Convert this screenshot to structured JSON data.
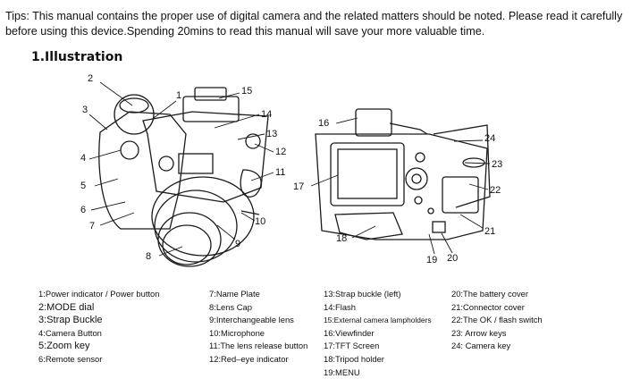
{
  "tips": "Tips: This manual contains the proper use of digital camera and the related matters should be noted. Please read it carefully before using this device.Spending 20mins to read this manual will save your more valuable time.",
  "heading": "1.Illustration",
  "callouts": [
    "1",
    "2",
    "3",
    "4",
    "5",
    "6",
    "7",
    "8",
    "9",
    "10",
    "11",
    "12",
    "13",
    "14",
    "15",
    "16",
    "17",
    "18",
    "19",
    "20",
    "21",
    "22",
    "23",
    "24"
  ],
  "legend": {
    "col1": [
      "1:Power indicator / Power button",
      "2:MODE dial",
      "3:Strap Buckle",
      "4:Camera Button",
      "5:Zoom key",
      "6:Remote sensor"
    ],
    "col2": [
      "7:Name Plate",
      "8:Lens Cap",
      "9:Interchangeable lens",
      "10:Microphone",
      "11:The lens release button",
      "12:Red–eye indicator"
    ],
    "col3": [
      "13:Strap buckle (left)",
      "14:Flash",
      "15:External camera lampholders",
      "16:Viewfinder",
      "17:TFT Screen",
      "18:Tripod holder",
      "19:MENU"
    ],
    "col4": [
      "20:The battery cover",
      "21:Connector cover",
      "22:The OK / flash switch",
      "23: Arrow keys",
      "24: Camera key"
    ]
  }
}
